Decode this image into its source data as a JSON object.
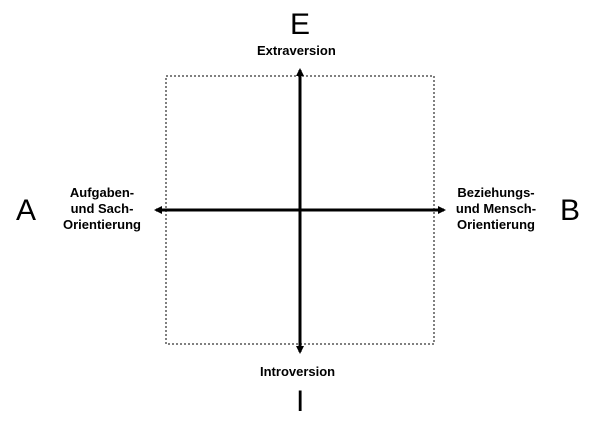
{
  "poles": {
    "top": {
      "letter": "E",
      "label": "Extraversion"
    },
    "bottom": {
      "letter": "I",
      "label": "Introversion"
    },
    "left": {
      "letter": "A",
      "lines": [
        "Aufgaben-",
        "und Sach-",
        "Orientierung"
      ]
    },
    "right": {
      "letter": "B",
      "lines": [
        "Beziehungs-",
        "und Mensch-",
        "Orientierung"
      ]
    }
  },
  "colors": {
    "axis": "#000000",
    "frame": "#000000",
    "background": "#ffffff"
  }
}
